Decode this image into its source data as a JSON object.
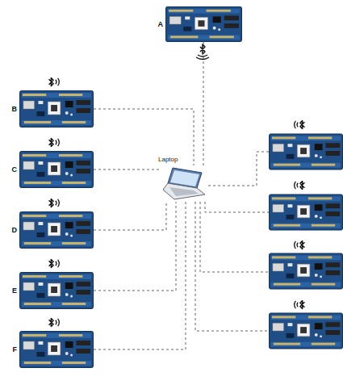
{
  "diagram": {
    "nodes": [
      {
        "text": [
          "A"
        ]
      },
      {
        "text": [
          "B"
        ]
      },
      {
        "text": [
          "C"
        ]
      },
      {
        "text": [
          "D"
        ]
      },
      {
        "text": [
          "E"
        ]
      },
      {
        "text": [
          "F"
        ]
      },
      {
        "text": [
          "Laptop"
        ]
      }
    ],
    "edges": [
      {
        "from": 0,
        "to": 6,
        "arrow": "none"
      },
      {
        "from": 1,
        "to": 6,
        "arrow": "none"
      },
      {
        "from": 2,
        "to": 6,
        "arrow": "none"
      },
      {
        "from": 3,
        "to": 6,
        "arrow": "none"
      },
      {
        "from": 4,
        "to": 6,
        "arrow": "none"
      },
      {
        "from": 5,
        "to": 6,
        "arrow": "none"
      }
    ]
  }
}
